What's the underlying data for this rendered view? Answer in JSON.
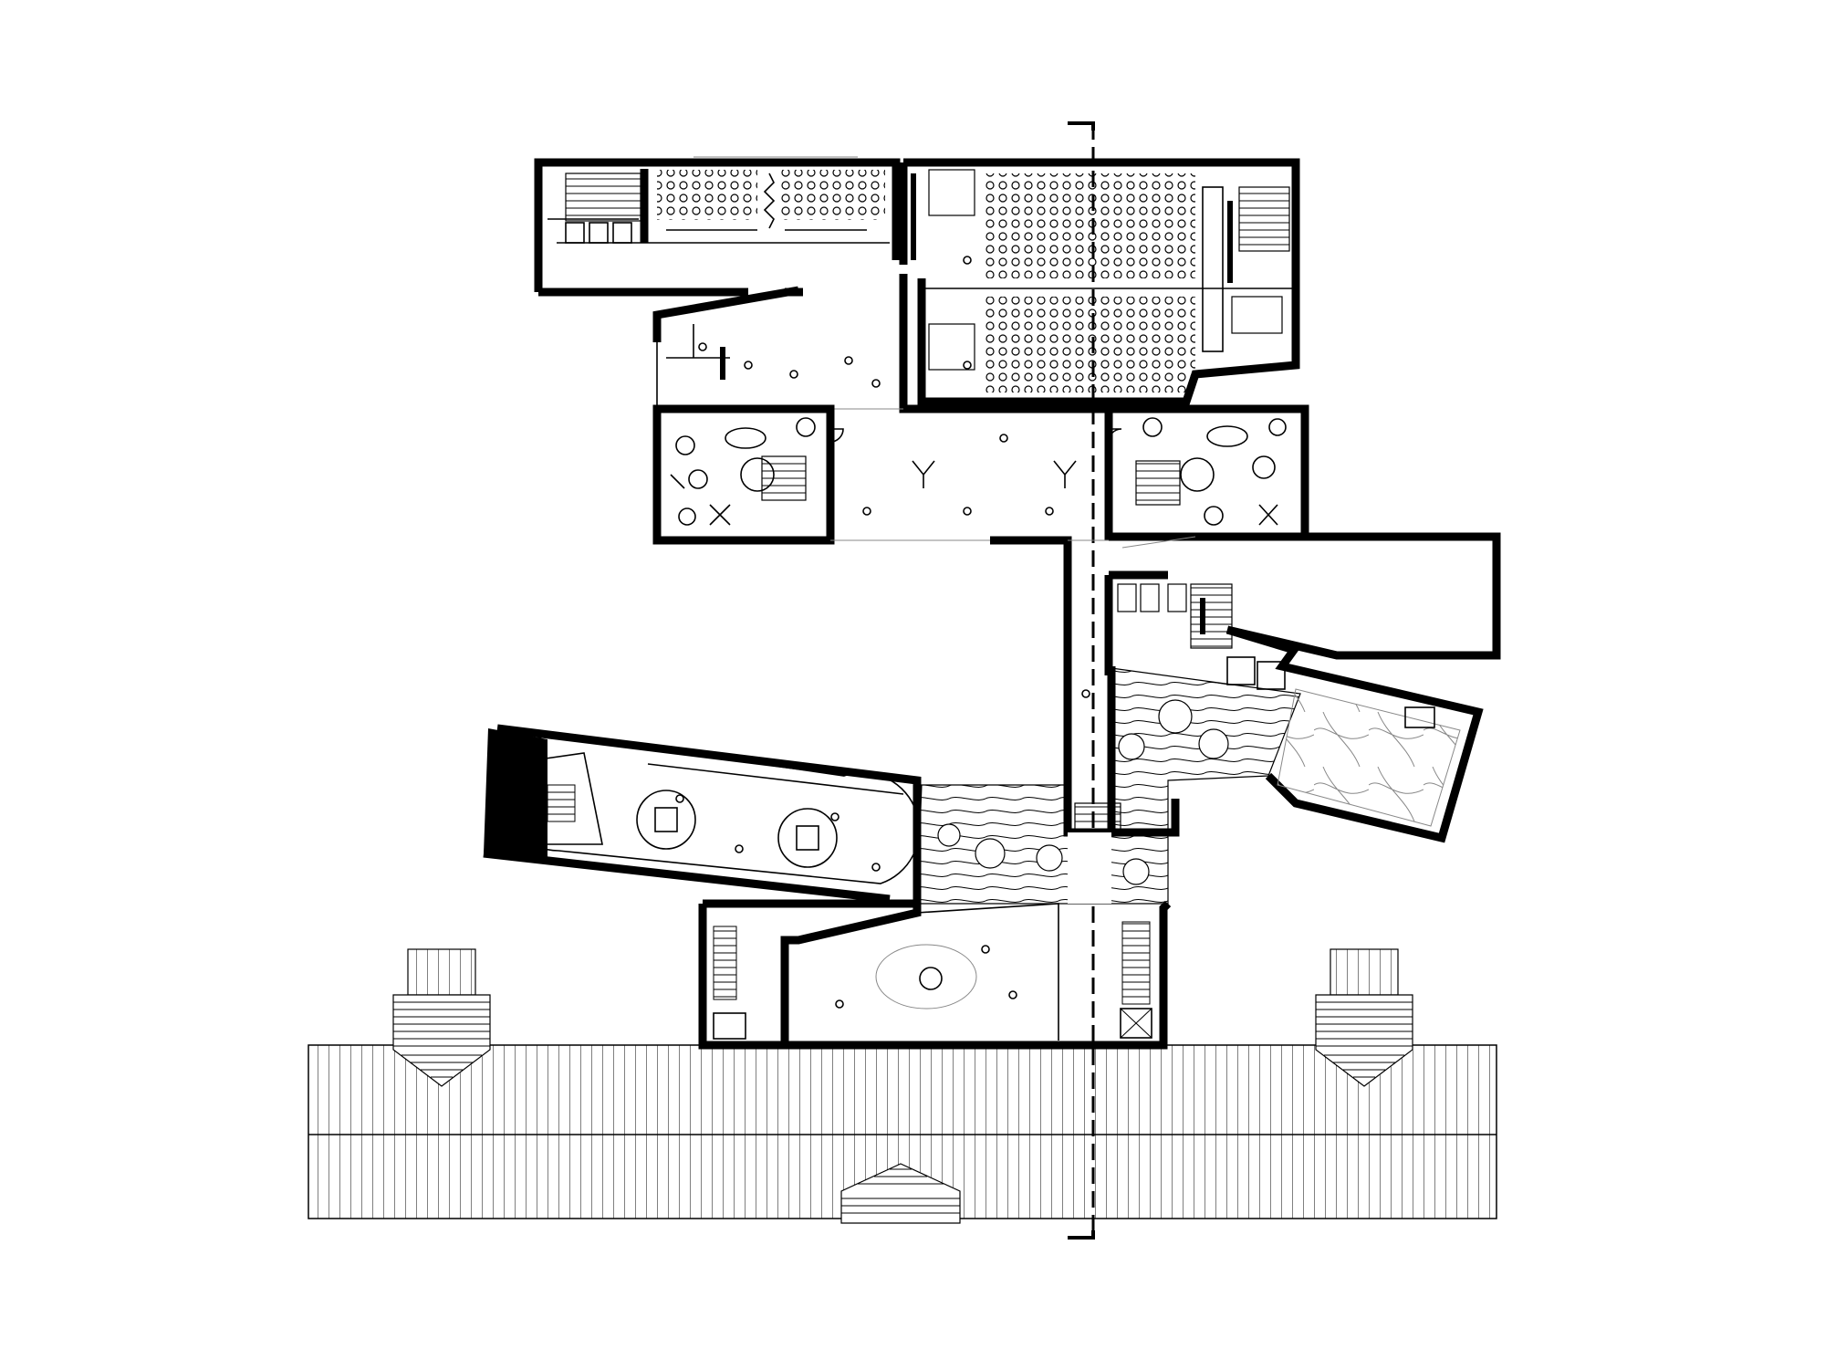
{
  "drawing": {
    "type": "architectural floor plan",
    "ink_color": "#000000",
    "background_color": "#ffffff",
    "hatch_color": "#888888"
  },
  "rooms": [
    {
      "id": "seminar-hall",
      "kind": "seating room"
    },
    {
      "id": "auditorium",
      "kind": "tiered seating"
    },
    {
      "id": "entrance-foyer",
      "kind": "hall"
    },
    {
      "id": "workshop-west",
      "kind": "studio"
    },
    {
      "id": "workshop-east",
      "kind": "studio"
    },
    {
      "id": "central-corridor",
      "kind": "corridor"
    },
    {
      "id": "exhibition-capsule",
      "kind": "gallery"
    },
    {
      "id": "wood-floor-gallery",
      "kind": "gallery"
    },
    {
      "id": "map-gallery",
      "kind": "gallery"
    },
    {
      "id": "lower-gallery",
      "kind": "gallery"
    },
    {
      "id": "existing-long-building",
      "kind": "adjacent building roof"
    }
  ],
  "icons": [
    "stair-icon",
    "door-icon",
    "seat-icon",
    "person-icon",
    "table-icon",
    "wc-icon"
  ]
}
